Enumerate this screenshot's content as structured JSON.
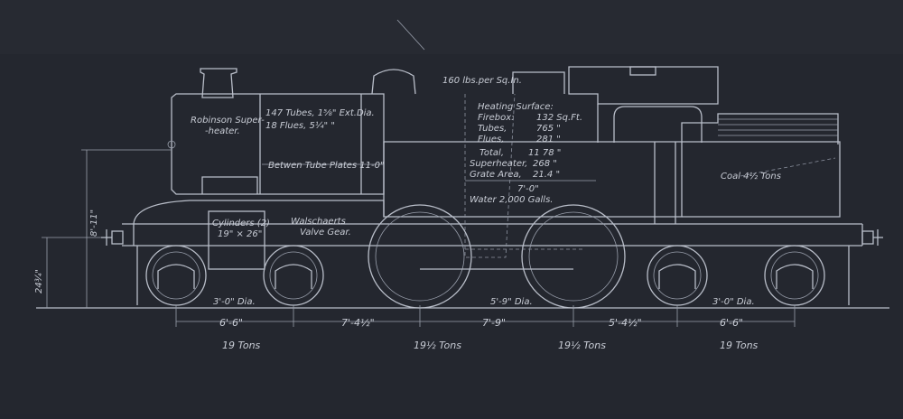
{
  "annotations": {
    "boiler_pressure": "160 lbs.per Sq.In.",
    "superheater_line1": "Robinson Super-",
    "superheater_line2": "-heater.",
    "tubes_line1": "147 Tubes, 1⅝\" Ext.Dia.",
    "tubes_line2": "18 Flues, 5¼\"  \"",
    "tube_plates": "Betwen Tube Plates 11-0\"",
    "cylinders_line1": "Cylinders (2)",
    "cylinders_line2": "19\" × 26\"",
    "valve_gear_line1": "Walschaerts",
    "valve_gear_line2": "Valve Gear.",
    "coal": "Coal 4½ Tons",
    "water": "Water 2,000 Galls.",
    "firebox_length": "7'-0\"",
    "height": "8'-11\"",
    "buffer_height": "24¾\""
  },
  "heating_surface": {
    "title": "Heating Surface:",
    "rows": [
      {
        "label": "Firebox:",
        "value": "132 Sq.Ft."
      },
      {
        "label": "Tubes,",
        "value": "765  \""
      },
      {
        "label": "Flues,",
        "value": "281  \""
      }
    ],
    "totals": [
      {
        "label": "Total,",
        "value": "11 78  \""
      },
      {
        "label": "Superheater,",
        "value": "268  \""
      },
      {
        "label": "Grate Area,",
        "value": "21.4  \""
      }
    ]
  },
  "wheels": {
    "carrying_dia_front": "3'-0\" Dia.",
    "driving_dia": "5'-9\" Dia.",
    "carrying_dia_rear": "3'-0\" Dia."
  },
  "spacings": [
    "6'-6\"",
    "7'-4½\"",
    "7'-9\"",
    "5'-4½\"",
    "6'-6\""
  ],
  "axle_loads": [
    "19 Tons",
    "19½ Tons",
    "19½ Tons",
    "19 Tons"
  ]
}
